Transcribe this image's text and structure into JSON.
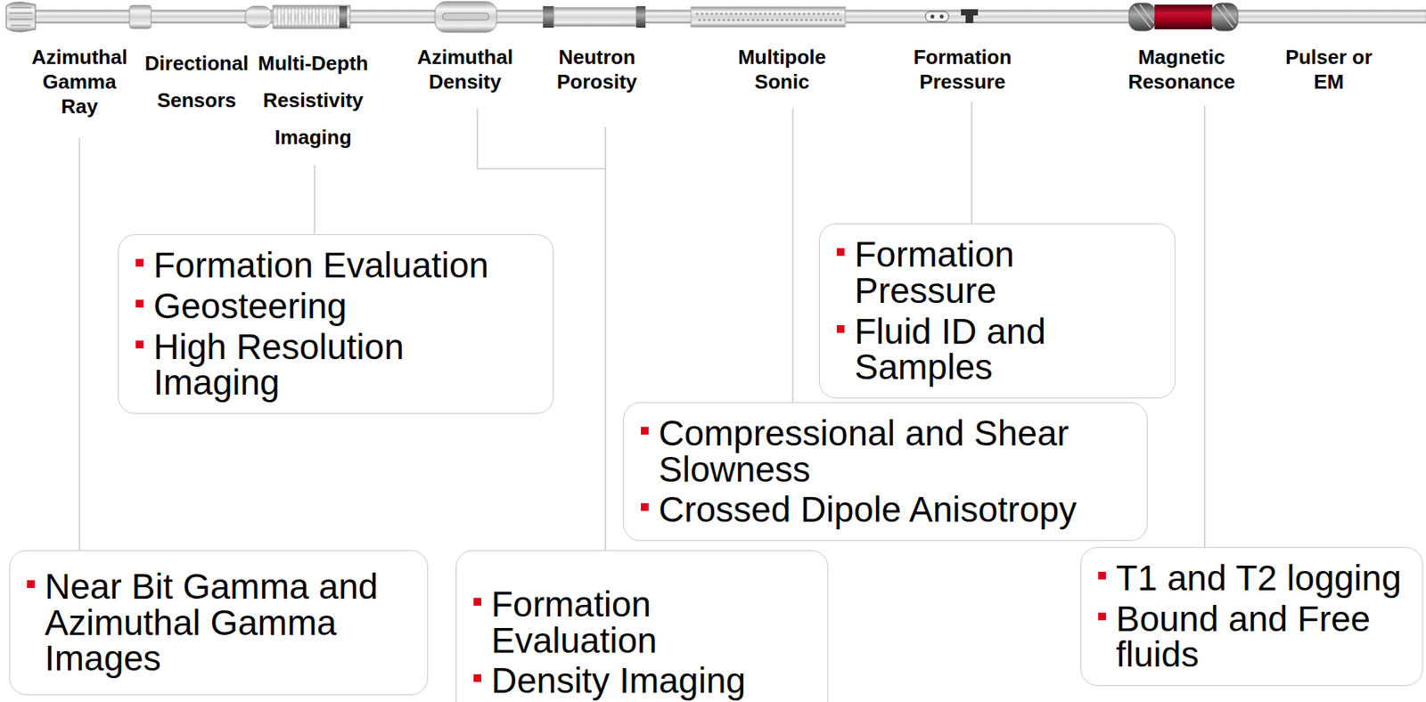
{
  "diagram": {
    "nodes": [
      {
        "text": [
          "Formation Evaluation",
          "Geosteering",
          "High Resolution Imaging"
        ]
      },
      {
        "text": [
          "Formation Pressure",
          "Fluid ID and Samples"
        ]
      },
      {
        "text": [
          "Compressional and Shear Slowness",
          "Crossed Dipole Anisotropy"
        ]
      },
      {
        "text": [
          "Near Bit Gamma and Azimuthal Gamma Images"
        ]
      },
      {
        "text": [
          "Formation Evaluation",
          "Density Imaging"
        ]
      },
      {
        "text": [
          "T1 and T2 logging",
          "Bound and Free fluids"
        ]
      }
    ],
    "labels": [
      "Azimuthal Gamma Ray",
      "Directional Sensors",
      "Multi-Depth Resistivity Imaging",
      "Azimuthal Density",
      "Neutron Porosity",
      "Multipole Sonic",
      "Formation Pressure",
      "Magnetic Resonance",
      "Pulser or EM"
    ]
  }
}
